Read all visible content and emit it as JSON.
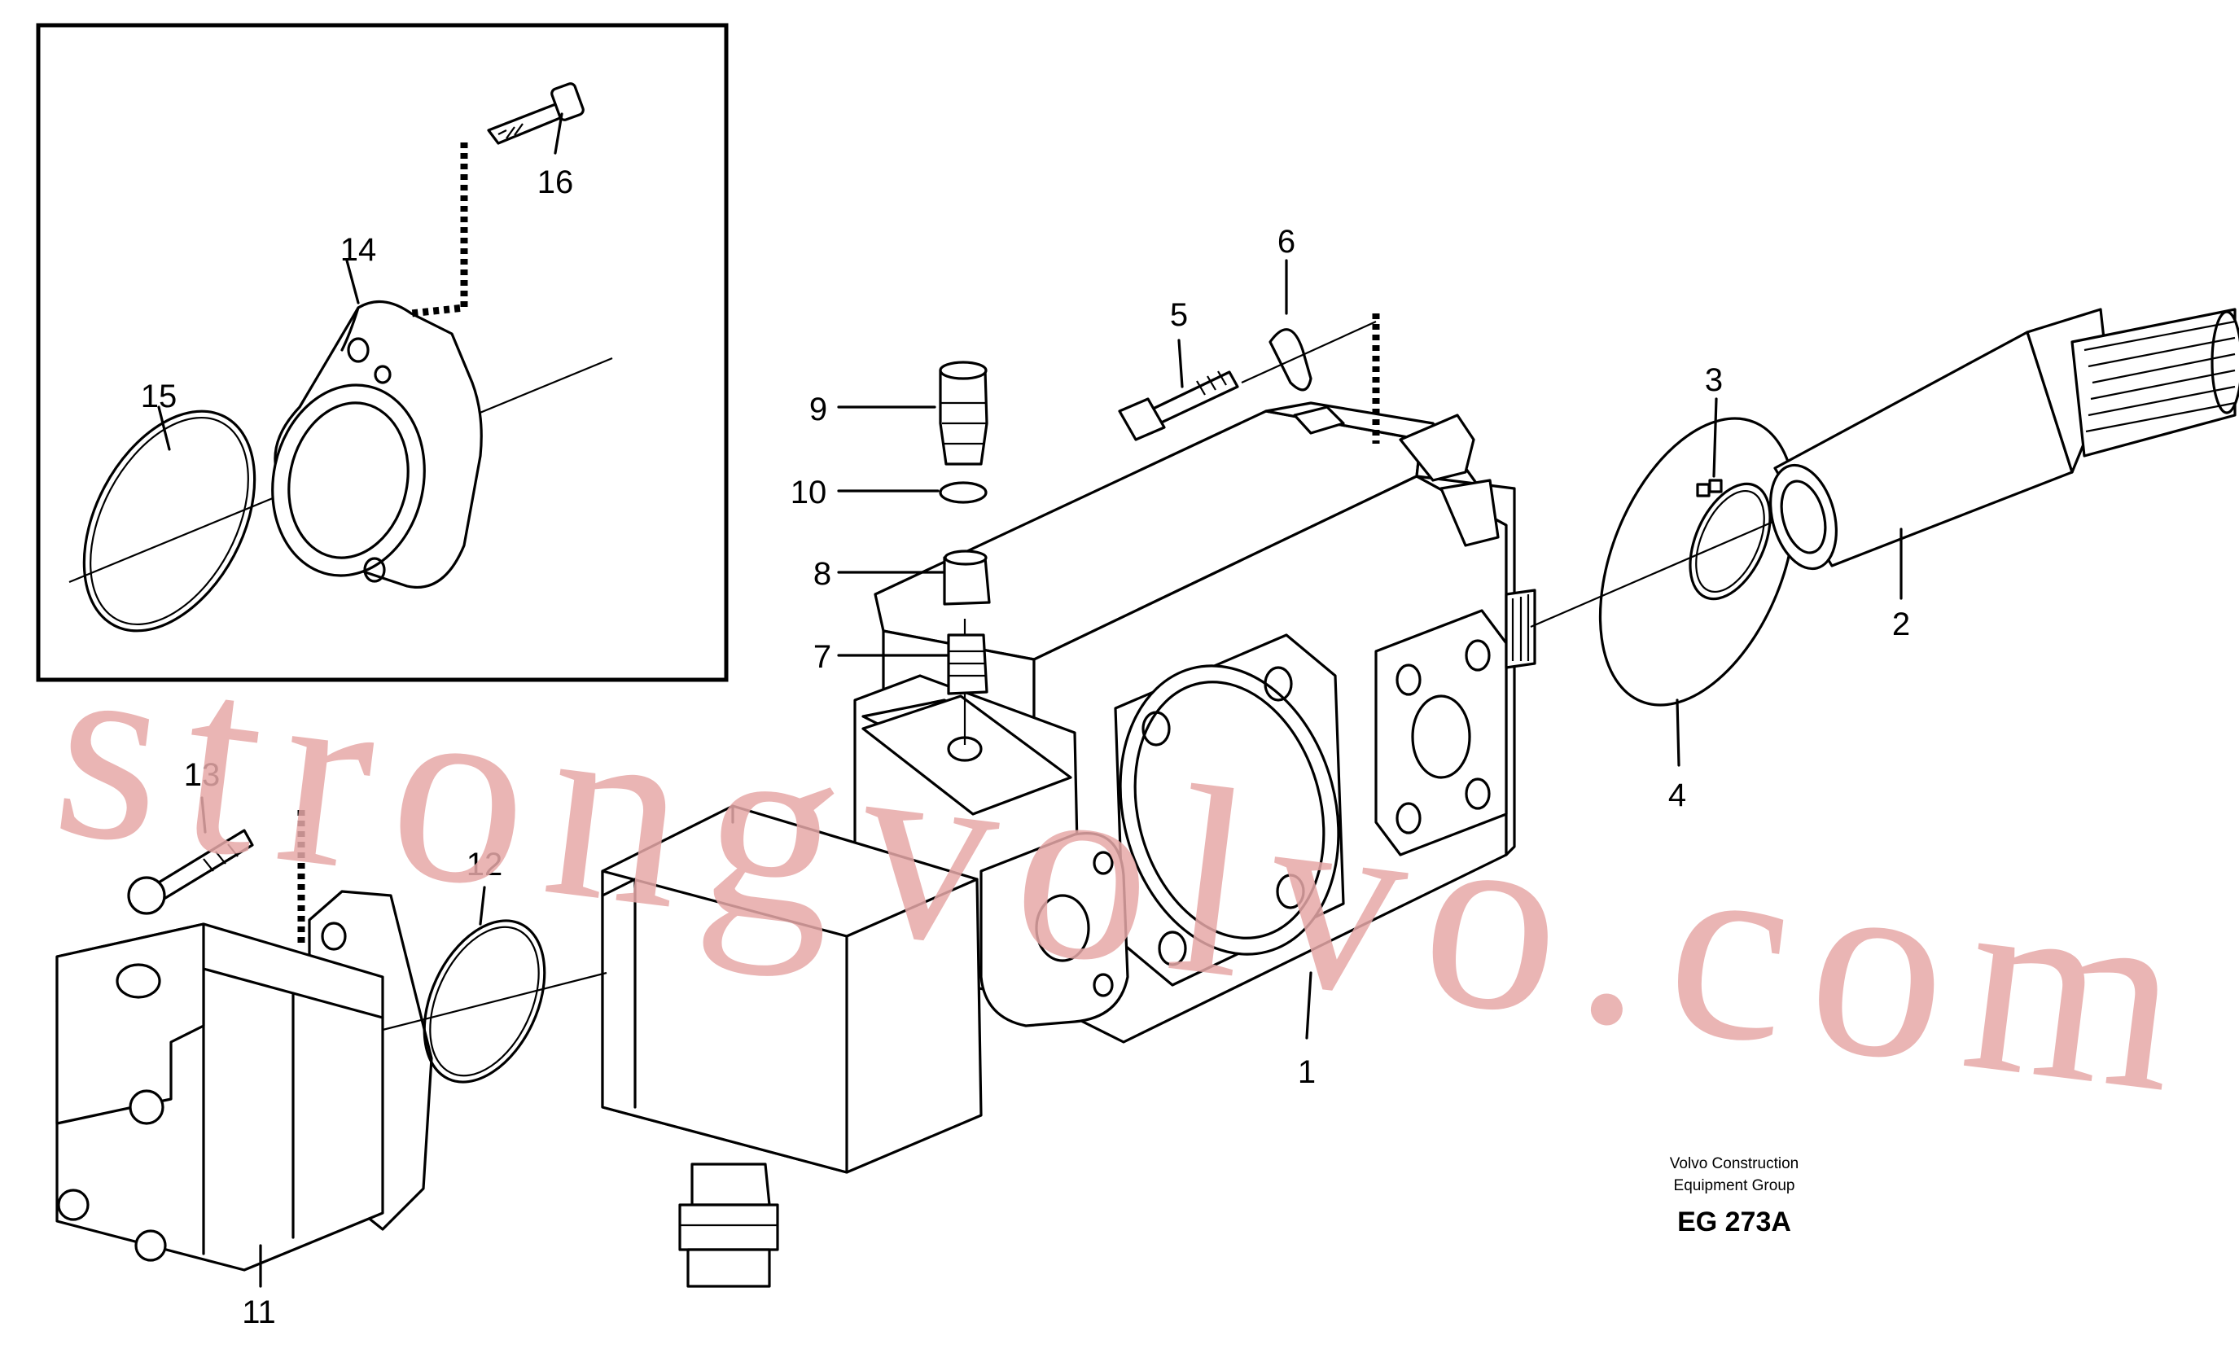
{
  "diagram": {
    "part_labels": [
      "1",
      "2",
      "3",
      "4",
      "5",
      "6",
      "7",
      "8",
      "9",
      "10",
      "11",
      "12",
      "13",
      "14",
      "15",
      "16"
    ],
    "footer": {
      "line1": "Volvo Construction",
      "line2": "Equipment Group",
      "code": "EG 273A"
    },
    "watermark": "strongvolvo.com"
  }
}
